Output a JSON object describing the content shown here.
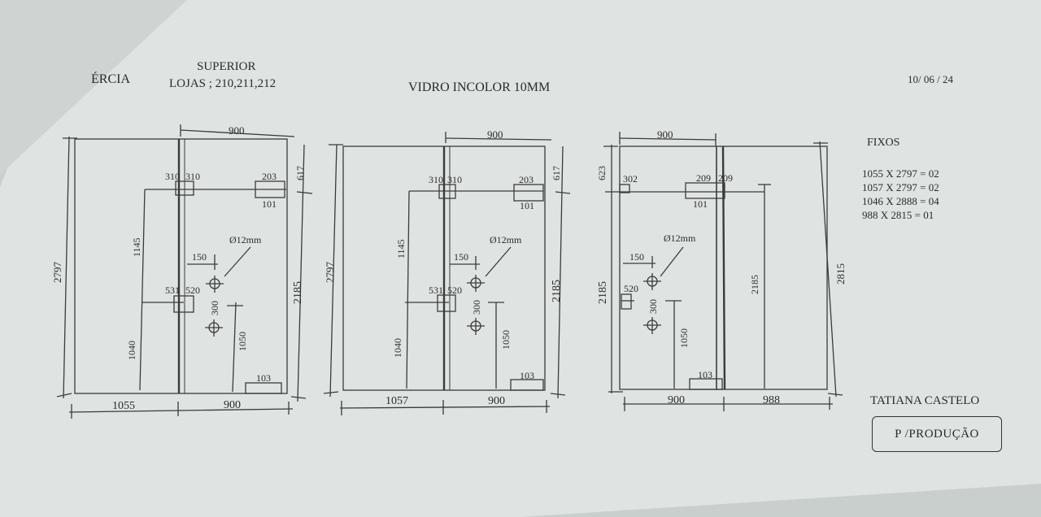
{
  "header": {
    "client": "ÉRCIA",
    "level": "SUPERIOR",
    "stores": "LOJAS ;  210,211,212",
    "material": "VIDRO INCOLOR 10MM",
    "date": "10/ 06 / 24"
  },
  "fixos": {
    "title": "FIXOS",
    "items": [
      "1055 X 2797 = 02",
      "1057 X 2797 = 02",
      "1046 X 2888 = 04",
      "988 X 2815 = 01"
    ]
  },
  "drawings": [
    {
      "overall_height": "2797",
      "door_width_top": "900",
      "top_height": "617",
      "door_height": "2185",
      "fixed_width": "1055",
      "door_width_bottom": "900",
      "hinge_top": [
        "310",
        "310"
      ],
      "lock_top": "203",
      "lock_top_2": "101",
      "height_1145": "1145",
      "height_1040": "1040",
      "hinge_bottom": [
        "531",
        "520"
      ],
      "hole_offset": "150",
      "hole_diameter": "Ø12mm",
      "hole_spacing": "300",
      "handle_height": "1050",
      "bottom_patch": "103"
    },
    {
      "overall_height": "2797",
      "door_width_top": "900",
      "top_height": "617",
      "door_height": "2185",
      "fixed_width": "1057",
      "door_width_bottom": "900",
      "hinge_top": [
        "310",
        "310"
      ],
      "lock_top": "203",
      "lock_top_2": "101",
      "height_1145": "1145",
      "height_1040": "1040",
      "hinge_bottom": [
        "531",
        "520"
      ],
      "hole_offset": "150",
      "hole_diameter": "Ø12mm",
      "hole_spacing": "300",
      "handle_height": "1050",
      "bottom_patch": "103"
    },
    {
      "door_width_top": "900",
      "top_height": "623",
      "door_height_left": "2185",
      "hinge_top": "302",
      "lock_top": [
        "209",
        "209"
      ],
      "lock_top_2": "101",
      "hole_offset": "150",
      "hole_diameter": "Ø12mm",
      "hinge_bottom": "520",
      "hole_spacing": "300",
      "handle_height": "1050",
      "bottom_patch": "103",
      "inner_height": "2185",
      "overall_height": "2815",
      "door_width_bottom": "900",
      "fixed_width": "988"
    }
  ],
  "footer": {
    "name": "TATIANA CASTELO",
    "stamp": "P /PRODUÇÃO"
  },
  "colors": {
    "paper": "#dfe3e1",
    "ink": "#2b2d2d"
  }
}
